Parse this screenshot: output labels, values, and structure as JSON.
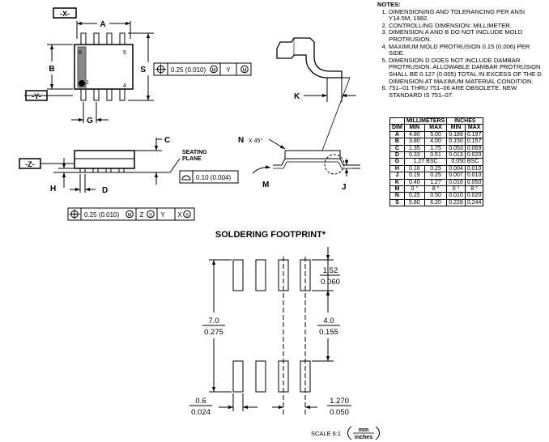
{
  "top_view": {
    "label_x": "-X-",
    "label_y": "-Y-",
    "dim_a": "A",
    "dim_b": "B",
    "dim_s": "S",
    "dim_g": "G",
    "pin_8": "8",
    "pin_5": "5",
    "pin_1": "1",
    "pin_4": "4",
    "tol_value": "0.25 (0.010)",
    "tol_mod": "M",
    "tol_ref": "Y",
    "tol_mod2": "M"
  },
  "side_view": {
    "label_z": "-Z-",
    "dim_c": "C",
    "dim_h": "H",
    "dim_d": "D",
    "seating_1": "SEATING",
    "seating_2": "PLANE",
    "flat_value": "0.10 (0.004)",
    "tol_value": "0.25 (0.010)",
    "tol_mod": "M",
    "ref_z": "Z",
    "ref_y": "Y",
    "mod_s1": "S",
    "ref_x": "X",
    "mod_s2": "S"
  },
  "end_view": {
    "dim_k": "K",
    "dim_n": "N",
    "x45": "X 45°",
    "dim_m": "M",
    "dim_j": "J"
  },
  "notes": {
    "heading": "NOTES:",
    "items": [
      "DIMENSIONING AND TOLERANCING PER ANSI Y14.5M, 1982.",
      "CONTROLLING DIMENSION: MILLIMETER.",
      "DIMENSION A AND B DO NOT INCLUDE MOLD PROTRUSION.",
      "MAXIMUM MOLD PROTRUSION 0.15 (0.006) PER SIDE.",
      "DIMENSION D DOES NOT INCLUDE DAMBAR PROTRUSION. ALLOWABLE DAMBAR PROTRUSION SHALL BE 0.127 (0.005) TOTAL IN EXCESS OF THE D DIMENSION AT MAXIMUM MATERIAL CONDITION.",
      "751–01 THRU 751–06 ARE OBSOLETE. NEW STANDARD IS 751–07."
    ]
  },
  "table": {
    "group_mm": "MILLIMETERS",
    "group_in": "INCHES",
    "col_dim": "DIM",
    "col_min": "MIN",
    "col_max": "MAX",
    "rows": [
      {
        "dim": "A",
        "mm_min": "4.80",
        "mm_max": "5.00",
        "in_min": "0.189",
        "in_max": "0.197"
      },
      {
        "dim": "B",
        "mm_min": "3.80",
        "mm_max": "4.00",
        "in_min": "0.150",
        "in_max": "0.157"
      },
      {
        "dim": "C",
        "mm_min": "1.35",
        "mm_max": "1.75",
        "in_min": "0.053",
        "in_max": "0.069"
      },
      {
        "dim": "D",
        "mm_min": "0.33",
        "mm_max": "0.51",
        "in_min": "0.013",
        "in_max": "0.020"
      },
      {
        "dim": "G",
        "mm_span": "1.27 BSC",
        "in_span": "0.050 BSC"
      },
      {
        "dim": "H",
        "mm_min": "0.10",
        "mm_max": "0.25",
        "in_min": "0.004",
        "in_max": "0.010"
      },
      {
        "dim": "J",
        "mm_min": "0.19",
        "mm_max": "0.25",
        "in_min": "0.007",
        "in_max": "0.010"
      },
      {
        "dim": "K",
        "mm_min": "0.40",
        "mm_max": "1.27",
        "in_min": "0.016",
        "in_max": "0.050"
      },
      {
        "dim": "M",
        "mm_min": "0 °",
        "mm_max": "8 °",
        "in_min": "0 °",
        "in_max": "8 °"
      },
      {
        "dim": "N",
        "mm_min": "0.25",
        "mm_max": "0.50",
        "in_min": "0.010",
        "in_max": "0.020"
      },
      {
        "dim": "S",
        "mm_min": "5.80",
        "mm_max": "6.20",
        "in_min": "0.228",
        "in_max": "0.244"
      }
    ]
  },
  "footprint": {
    "title": "SOLDERING FOOTPRINT*",
    "d1_mm": "1.52",
    "d1_in": "0.060",
    "d2_mm": "7.0",
    "d2_in": "0.275",
    "d3_mm": "4.0",
    "d3_in": "0.155",
    "d4_mm": "0.6",
    "d4_in": "0.024",
    "d5_mm": "1.270",
    "d5_in": "0.050",
    "scale": "SCALE 6:1",
    "unit_mm": "mm",
    "unit_in": "inches"
  }
}
